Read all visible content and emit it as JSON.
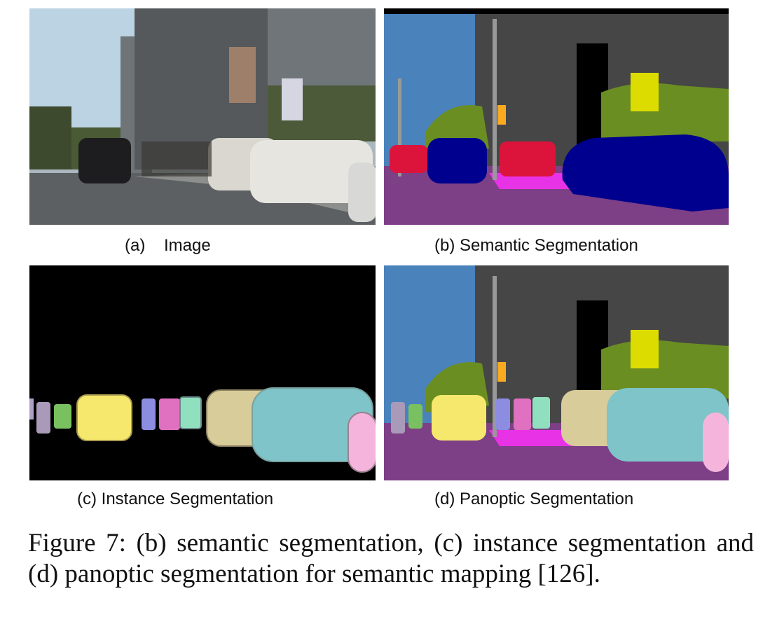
{
  "figure": {
    "panels": [
      {
        "id": "a",
        "label": "(a)    Image",
        "kind": "photo"
      },
      {
        "id": "b",
        "label": "(b) Semantic Segmentation",
        "kind": "semantic"
      },
      {
        "id": "c",
        "label": "(c) Instance Segmentation",
        "kind": "instance"
      },
      {
        "id": "d",
        "label": "(d) Panoptic Segmentation",
        "kind": "panoptic"
      }
    ],
    "caption": "Figure 7: (b) semantic segmentation, (c) instance segmentation and (d) panoptic segmentation for semantic mapping [126].",
    "colors": {
      "sky": "#4a82bc",
      "building": "#464646",
      "road": "#7d3f86",
      "sidewalk": "#e832e6",
      "vegetation": "#6b8e23",
      "person": "#dc143c",
      "car": "#00008e",
      "pole": "#999999",
      "traffic_light": "#faaa1e",
      "traffic_sign": "#dcdc00",
      "black": "#000000"
    }
  }
}
